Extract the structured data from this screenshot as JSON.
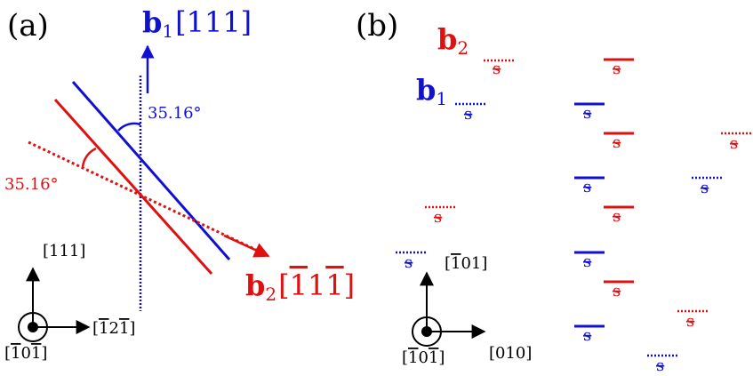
{
  "colors": {
    "blue": "#1010d0",
    "red": "#e01010",
    "black": "#000000"
  },
  "panel_a": {
    "label": "(a)",
    "b1_label": "b",
    "b1_sub": "1",
    "b1_dir": "[111]",
    "b2_label": "b",
    "b2_sub": "2",
    "b2_dir_pre": "[",
    "b2_dir_1": "1",
    "b2_dir_2": "1",
    "b2_dir_3": "1",
    "b2_dir_post": "]",
    "angle_blue": "35.16°",
    "angle_red": "35.16°",
    "axis_up": "[111]",
    "axis_right_pre": "[",
    "axis_right_1": "1",
    "axis_right_2": "2",
    "axis_right_3": "1",
    "axis_right_post": "]",
    "axis_out_pre": "[",
    "axis_out_1": "1",
    "axis_out_2": "0",
    "axis_out_3": "1",
    "axis_out_post": "]"
  },
  "panel_b": {
    "label": "(b)",
    "b2_label": "b",
    "b2_sub": "2",
    "b1_label": "b",
    "b1_sub": "1",
    "slip_glyph": "s",
    "axis_up_pre": "[",
    "axis_up_1": "1",
    "axis_up_2": "01",
    "axis_up_post": "]",
    "axis_right": "[010]",
    "axis_out_pre": "[",
    "axis_out_1": "1",
    "axis_out_2": "0",
    "axis_out_3": "1",
    "axis_out_post": "]"
  }
}
